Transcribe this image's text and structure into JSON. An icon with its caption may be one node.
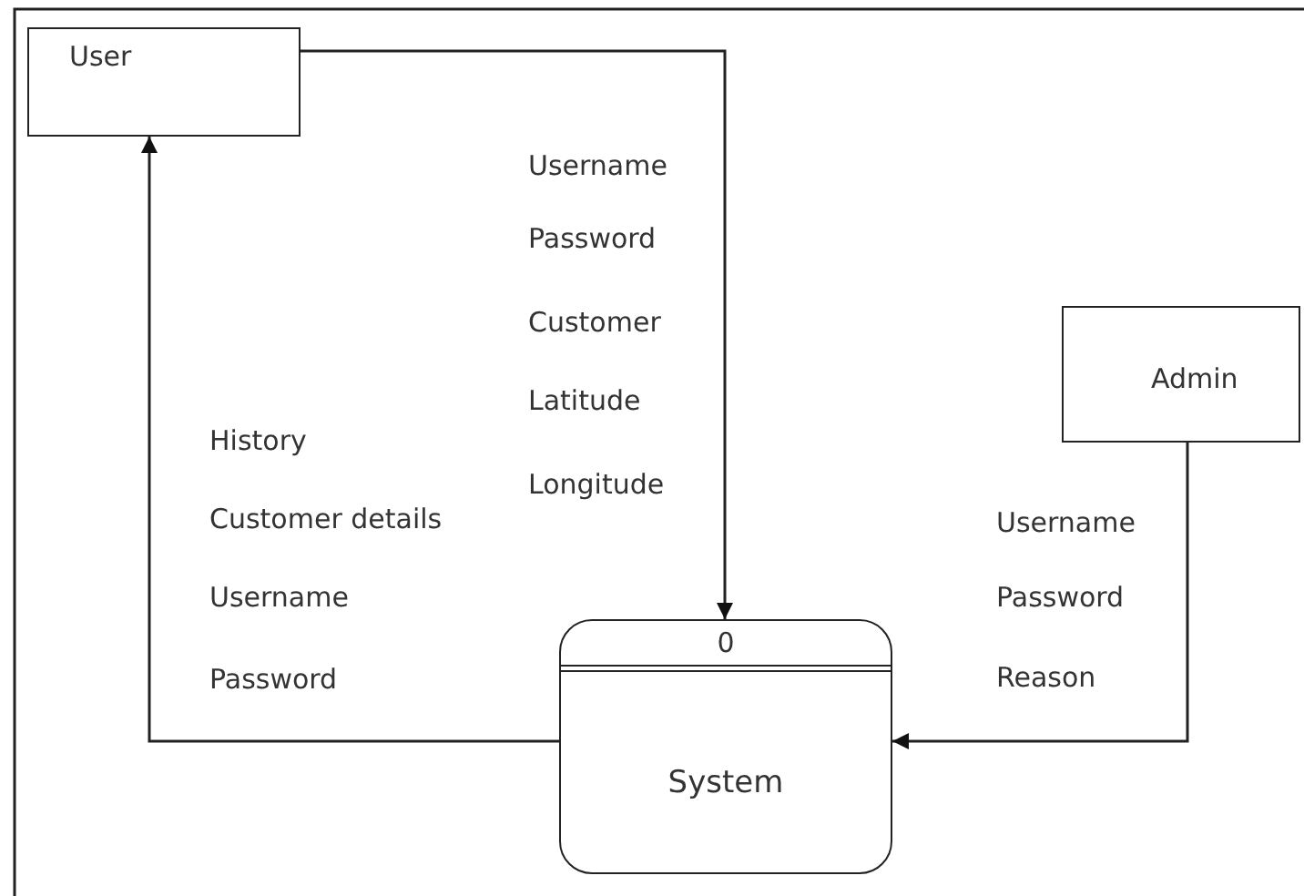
{
  "diagram": {
    "nodes": [
      {
        "text": [
          "User"
        ]
      },
      {
        "text": [
          "Admin"
        ]
      },
      {
        "text": [
          "0",
          "System"
        ]
      }
    ],
    "edges": [
      {
        "from": 0,
        "to": 2,
        "arrow": "to"
      },
      {
        "from": 2,
        "to": 0,
        "arrow": "to"
      },
      {
        "from": 1,
        "to": 2,
        "arrow": "to"
      }
    ],
    "labels": [
      "Username",
      "Password",
      "Customer",
      "Latitude",
      "Longitude",
      "History",
      "Customer details",
      "Username",
      "Password",
      "Username",
      "Password",
      "Reason"
    ]
  }
}
